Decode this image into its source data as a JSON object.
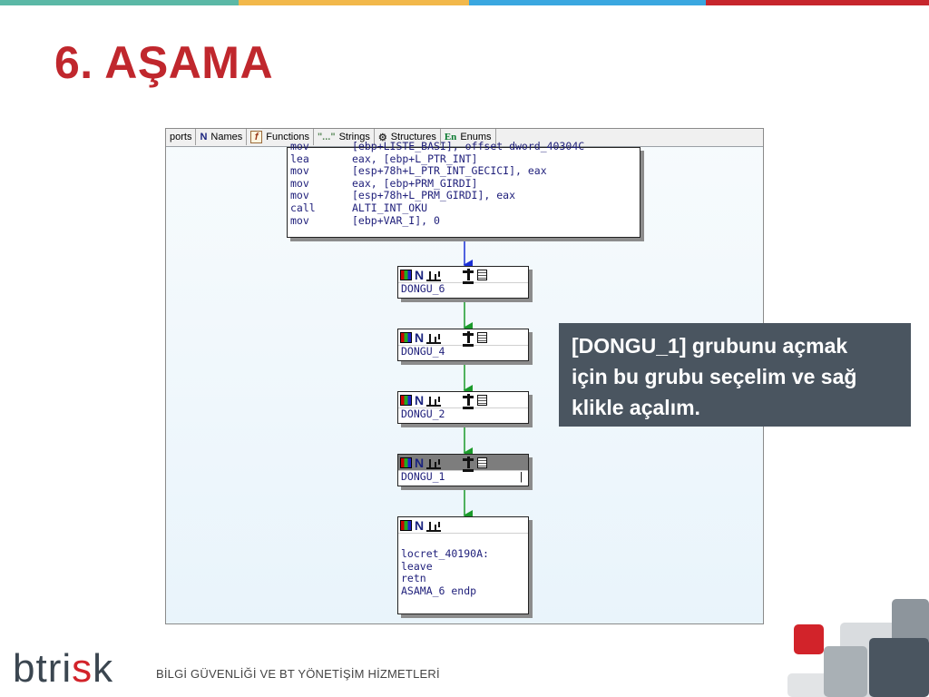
{
  "slide": {
    "title": "6. AŞAMA",
    "top_colors": [
      "#5bb8a6",
      "#f2b84b",
      "#3aa7e0",
      "#c7262d"
    ]
  },
  "ida": {
    "tabs": [
      {
        "label": "ports",
        "icon": ""
      },
      {
        "label": "Names",
        "icon": "N"
      },
      {
        "label": "Functions",
        "icon": "f"
      },
      {
        "label": "Strings",
        "icon": "\"...\""
      },
      {
        "label": "Structures",
        "icon": "structures-icon"
      },
      {
        "label": "Enums",
        "icon": "En"
      }
    ],
    "code_lines": [
      {
        "mn": "mov",
        "op": "[ebp+LISTE_BASI], offset dword_40304C"
      },
      {
        "mn": "lea",
        "op": "eax, [ebp+L_PTR_INT]"
      },
      {
        "mn": "mov",
        "op": "[esp+78h+L_PTR_INT_GECICI], eax"
      },
      {
        "mn": "mov",
        "op": "eax, [ebp+PRM_GIRDI]"
      },
      {
        "mn": "mov",
        "op": "[esp+78h+L_PRM_GIRDI], eax"
      },
      {
        "mn": "call",
        "op": "ALTI_INT_OKU"
      },
      {
        "mn": "mov",
        "op": "[ebp+VAR_I], 0"
      }
    ],
    "nodes": [
      {
        "label": "DONGU_6",
        "selected": false
      },
      {
        "label": "DONGU_4",
        "selected": false
      },
      {
        "label": "DONGU_2",
        "selected": false
      },
      {
        "label": "DONGU_1",
        "selected": true
      }
    ],
    "final_node": {
      "lines": [
        "locret_40190A:",
        "leave",
        "retn",
        "ASAMA_6 endp"
      ]
    },
    "edge_colors": {
      "first": "#1a2fd6",
      "rest": "#1a9a2a"
    }
  },
  "callout": {
    "lines": [
      "[DONGU_1] grubunu açmak",
      "için bu grubu seçelim ve sağ",
      "klikle açalım."
    ]
  },
  "footer": {
    "logo_main": "btri",
    "logo_red": "s",
    "logo_end": "k",
    "tagline": "BİLGİ GÜVENLİĞİ VE BT YÖNETİŞİM HİZMETLERİ"
  }
}
